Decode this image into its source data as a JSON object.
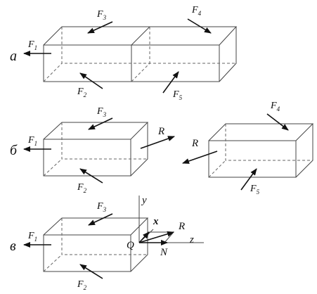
{
  "rows": {
    "a": {
      "letter": "а"
    },
    "b": {
      "letter": "б"
    },
    "v": {
      "letter": "в"
    }
  },
  "forces": {
    "F": "F",
    "idx1": "1",
    "idx2": "2",
    "idx3": "3",
    "idx4": "4",
    "idx5": "5"
  },
  "resultant": "R",
  "axes": {
    "x": "x",
    "y": "y",
    "z": "z"
  },
  "components": {
    "Q": "Q",
    "N": "N"
  }
}
